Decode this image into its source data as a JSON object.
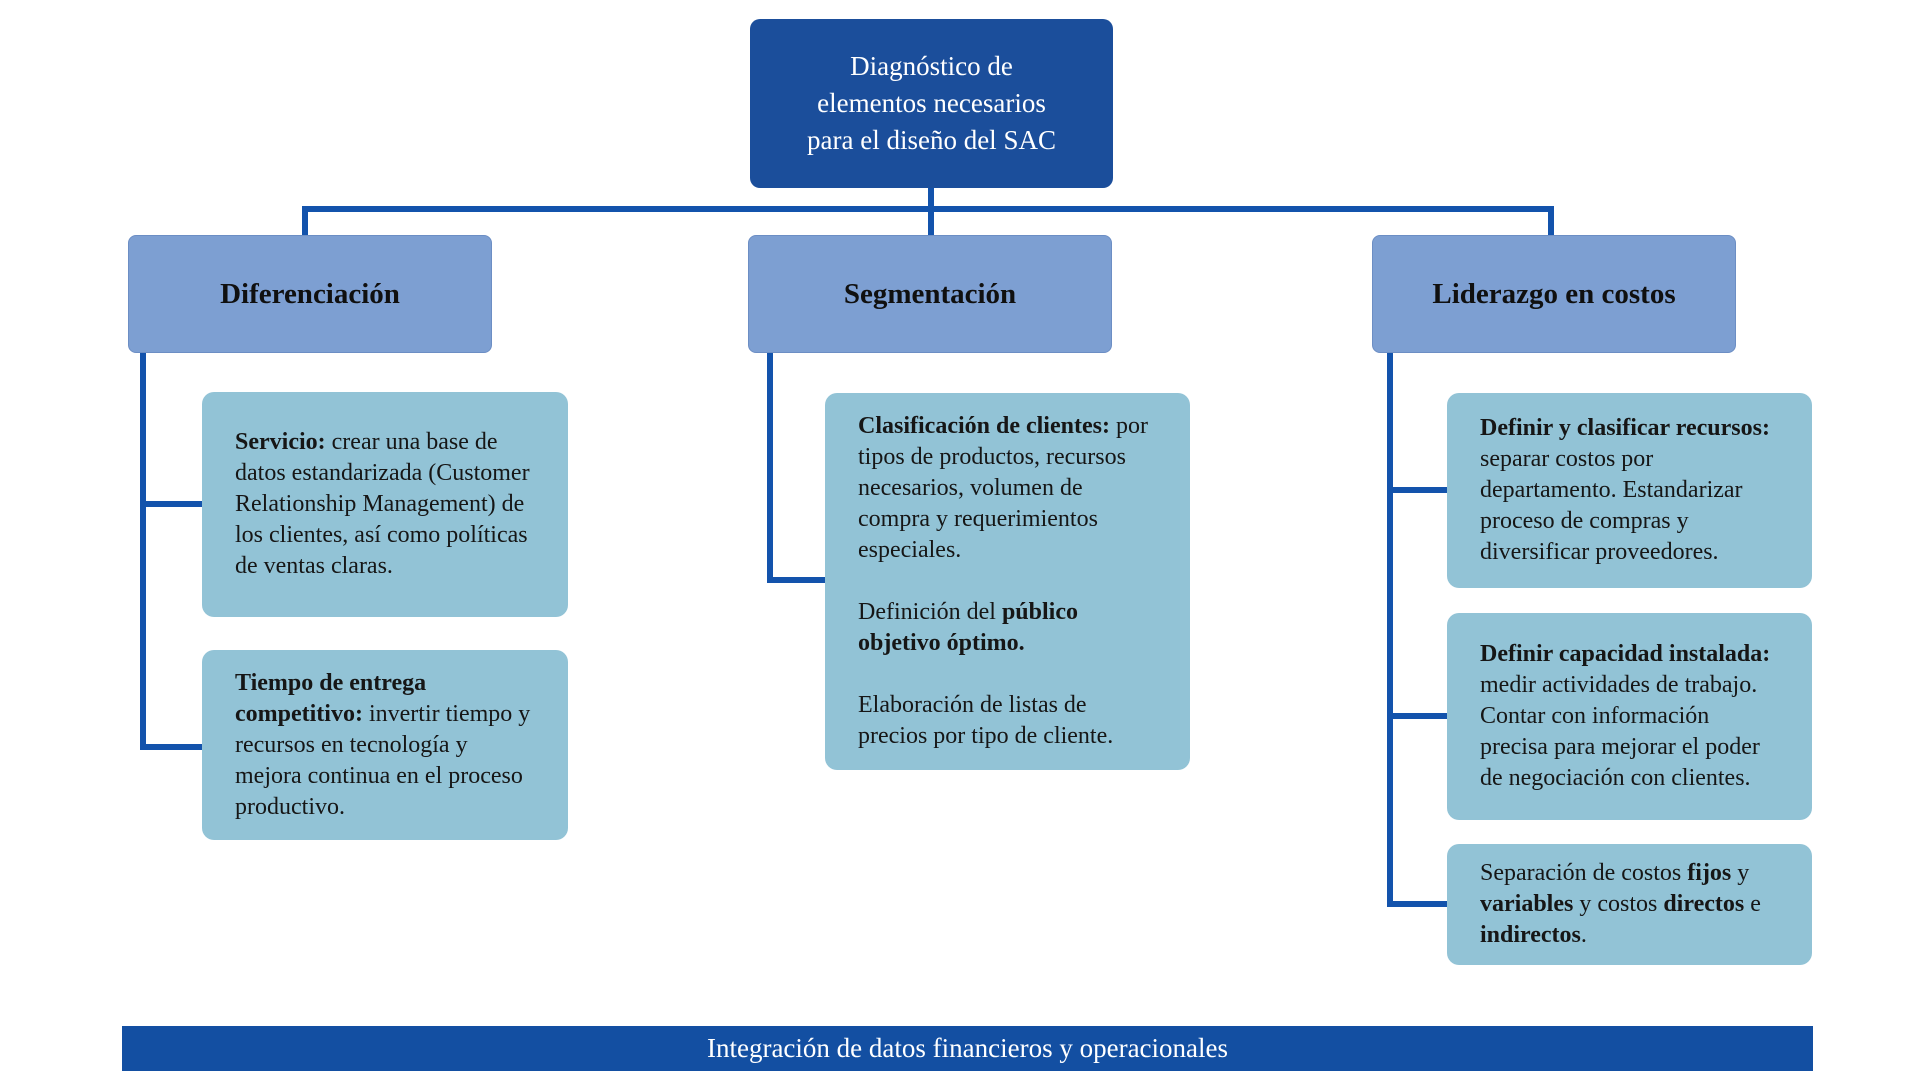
{
  "root": {
    "label": "Diagnóstico de elementos necesarios para el diseño del SAC"
  },
  "branches": [
    {
      "label": "Diferenciación",
      "children": [
        {
          "paragraphs": [
            [
              {
                "t": "Servicio:",
                "b": true
              },
              {
                "t": " crear una base de datos estandarizada (Customer Relationship Management) de los clientes, así como políticas de ventas claras.",
                "b": false
              }
            ]
          ]
        },
        {
          "paragraphs": [
            [
              {
                "t": "Tiempo de entrega competitivo:",
                "b": true
              },
              {
                "t": " invertir tiempo y recursos en tecnología y mejora continua en el proceso productivo.",
                "b": false
              }
            ]
          ]
        }
      ]
    },
    {
      "label": "Segmentación",
      "children": [
        {
          "paragraphs": [
            [
              {
                "t": "Clasificación de clientes:",
                "b": true
              },
              {
                "t": " por tipos de productos, recursos necesarios, volumen de compra y requerimientos especiales.",
                "b": false
              }
            ],
            [
              {
                "t": "Definición del ",
                "b": false
              },
              {
                "t": "público objetivo óptimo.",
                "b": true
              }
            ],
            [
              {
                "t": "Elaboración de listas de precios por tipo de cliente.",
                "b": false
              }
            ]
          ]
        }
      ]
    },
    {
      "label": "Liderazgo en costos",
      "children": [
        {
          "paragraphs": [
            [
              {
                "t": "Definir y clasificar recursos:",
                "b": true
              },
              {
                "t": " separar costos por departamento. Estandarizar proceso de compras y diversificar proveedores.",
                "b": false
              }
            ]
          ]
        },
        {
          "paragraphs": [
            [
              {
                "t": "Definir capacidad instalada:",
                "b": true
              },
              {
                "t": " medir actividades de trabajo. Contar con información precisa para mejorar el poder de negociación con clientes.",
                "b": false
              }
            ]
          ]
        },
        {
          "paragraphs": [
            [
              {
                "t": "Separación de costos ",
                "b": false
              },
              {
                "t": "fijos",
                "b": true
              },
              {
                "t": " y ",
                "b": false
              },
              {
                "t": "variables",
                "b": true
              },
              {
                "t": " y costos ",
                "b": false
              },
              {
                "t": "directos",
                "b": true
              },
              {
                "t": " e ",
                "b": false
              },
              {
                "t": "indirectos",
                "b": true
              },
              {
                "t": ".",
                "b": false
              }
            ]
          ]
        }
      ]
    }
  ],
  "footer": {
    "label": "Integración de datos financieros y operacionales"
  },
  "colors": {
    "dark_blue": "#1B4E9B",
    "footer_blue": "#134FA2",
    "connector_blue": "#1353AC",
    "branch_fill": "#7D9FD2",
    "branch_border": "#6C8EC4",
    "child_fill": "#92C3D6"
  }
}
